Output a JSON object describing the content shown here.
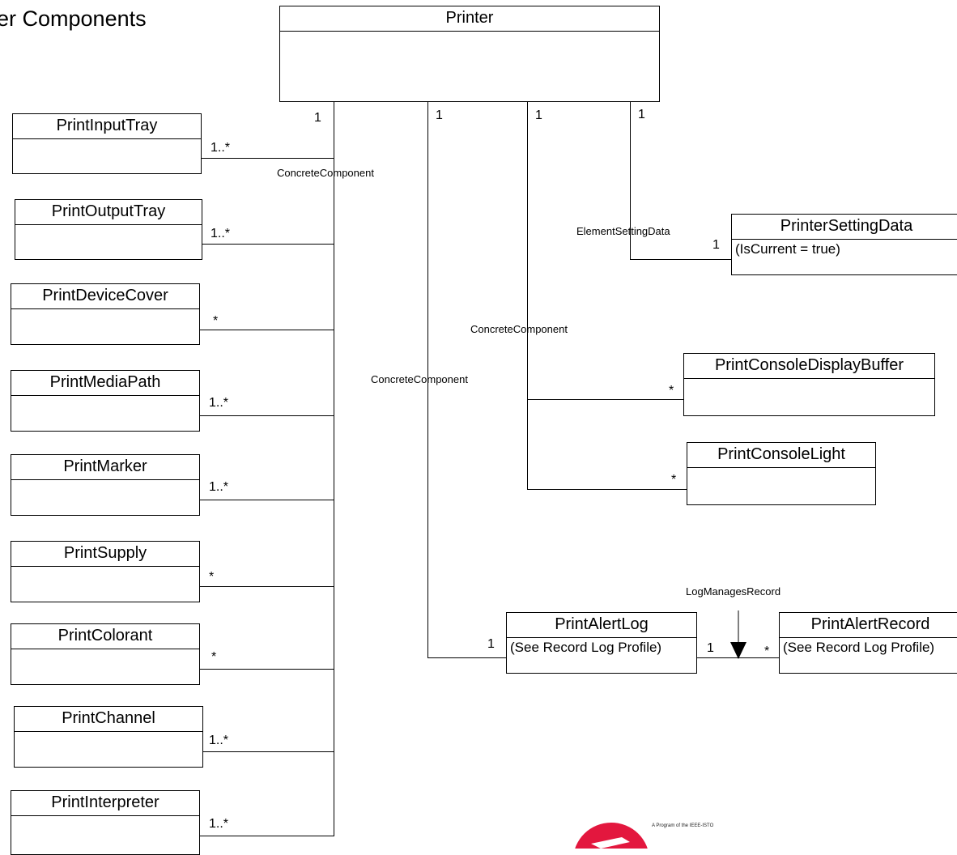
{
  "diagram_title": "er Components",
  "classes": {
    "printer": {
      "name": "Printer"
    },
    "input_tray": {
      "name": "PrintInputTray"
    },
    "output_tray": {
      "name": "PrintOutputTray"
    },
    "device_cover": {
      "name": "PrintDeviceCover"
    },
    "media_path": {
      "name": "PrintMediaPath"
    },
    "marker": {
      "name": "PrintMarker"
    },
    "supply": {
      "name": "PrintSupply"
    },
    "colorant": {
      "name": "PrintColorant"
    },
    "channel": {
      "name": "PrintChannel"
    },
    "interpreter": {
      "name": "PrintInterpreter"
    },
    "setting_data": {
      "name": "PrinterSettingData",
      "note": "(IsCurrent = true)"
    },
    "console_display": {
      "name": "PrintConsoleDisplayBuffer"
    },
    "console_light": {
      "name": "PrintConsoleLight"
    },
    "alert_log": {
      "name": "PrintAlertLog",
      "note": "(See Record Log Profile)"
    },
    "alert_record": {
      "name": "PrintAlertRecord",
      "note": "(See Record Log Profile)"
    }
  },
  "associations": {
    "concrete_left": "ConcreteComponent",
    "concrete_mid": "ConcreteComponent",
    "concrete_right": "ConcreteComponent",
    "element_setting": "ElementSettingData",
    "log_manages": "LogManagesRecord"
  },
  "multiplicities": {
    "printer_left": "1",
    "printer_mid": "1",
    "printer_right": "1",
    "printer_setting": "1",
    "input_tray": "1..*",
    "output_tray": "1..*",
    "device_cover": "*",
    "media_path": "1..*",
    "marker": "1..*",
    "supply": "*",
    "colorant": "*",
    "channel": "1..*",
    "interpreter": "1..*",
    "setting_data": "1",
    "console_display": "*",
    "console_light": "*",
    "alert_log": "1",
    "log_to_record": "1",
    "record": "*"
  },
  "logo_text": "A Program of the IEEE-ISTO"
}
